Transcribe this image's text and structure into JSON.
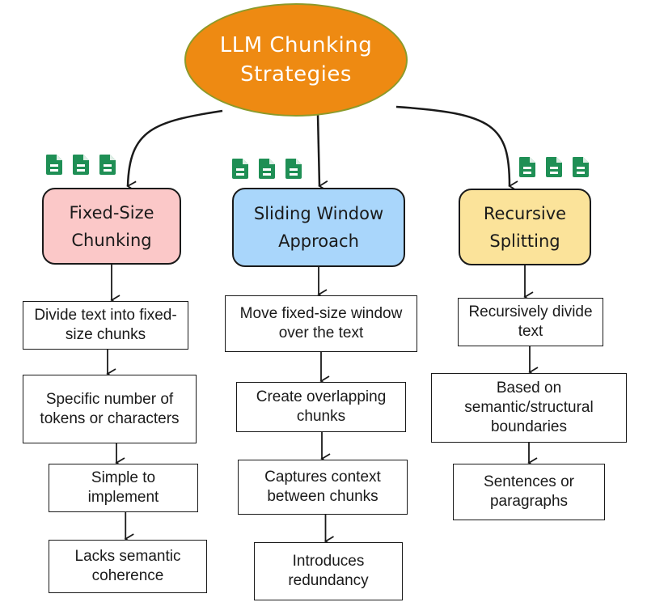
{
  "title": "LLM Chunking Strategies",
  "colors": {
    "root_fill": "#ee8a12",
    "fixed_fill": "#fbc8c8",
    "sliding_fill": "#a9d6fb",
    "recursive_fill": "#fbe39a",
    "doc_icon": "#1f8f55"
  },
  "doc_icon": "document-icon",
  "strategies": [
    {
      "name": "Fixed-Size Chunking",
      "doc_icon_count": 3,
      "steps": [
        "Divide text into fixed-size chunks",
        "Specific number of tokens or characters",
        "Simple to implement",
        "Lacks semantic coherence"
      ]
    },
    {
      "name": "Sliding Window Approach",
      "doc_icon_count": 3,
      "steps": [
        "Move fixed-size window over the text",
        "Create overlapping chunks",
        "Captures context between chunks",
        "Introduces redundancy"
      ]
    },
    {
      "name": "Recursive Splitting",
      "doc_icon_count": 3,
      "steps": [
        "Recursively divide text",
        "Based on semantic/structural boundaries",
        "Sentences or paragraphs"
      ]
    }
  ]
}
